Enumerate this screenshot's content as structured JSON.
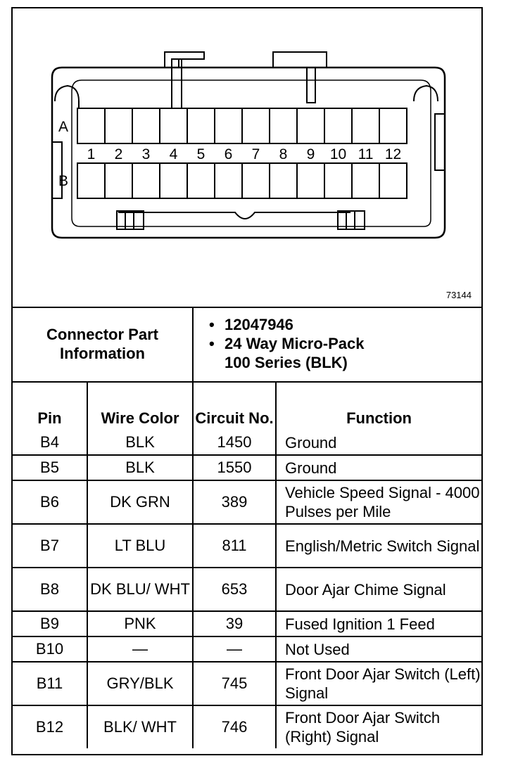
{
  "diagram": {
    "figure_number": "73144",
    "row_labels": [
      "A",
      "B"
    ],
    "pin_numbers": [
      "1",
      "2",
      "3",
      "4",
      "5",
      "6",
      "7",
      "8",
      "9",
      "10",
      "11",
      "12"
    ]
  },
  "connector_info": {
    "label": "Connector Part Information",
    "part_number": "12047946",
    "description_line1": "24 Way Micro-Pack",
    "description_line2": "100 Series (BLK)"
  },
  "table": {
    "headers": {
      "pin": "Pin",
      "wire_color": "Wire Color",
      "circuit": "Circuit No.",
      "function": "Function"
    },
    "rows": [
      {
        "pin": "B4",
        "wire_color": "BLK",
        "circuit": "1450",
        "function": "Ground"
      },
      {
        "pin": "B5",
        "wire_color": "BLK",
        "circuit": "1550",
        "function": "Ground"
      },
      {
        "pin": "B6",
        "wire_color": "DK GRN",
        "circuit": "389",
        "function": "Vehicle Speed Signal - 4000 Pulses per Mile"
      },
      {
        "pin": "B7",
        "wire_color": "LT BLU",
        "circuit": "811",
        "function": "English/Metric Switch Signal"
      },
      {
        "pin": "B8",
        "wire_color": "DK BLU/ WHT",
        "circuit": "653",
        "function": "Door Ajar Chime Signal"
      },
      {
        "pin": "B9",
        "wire_color": "PNK",
        "circuit": "39",
        "function": "Fused Ignition 1 Feed"
      },
      {
        "pin": "B10",
        "wire_color": "—",
        "circuit": "—",
        "function": "Not Used"
      },
      {
        "pin": "B11",
        "wire_color": "GRY/BLK",
        "circuit": "745",
        "function": "Front Door Ajar Switch (Left) Signal"
      },
      {
        "pin": "B12",
        "wire_color": "BLK/ WHT",
        "circuit": "746",
        "function": "Front Door Ajar Switch (Right) Signal"
      }
    ]
  }
}
